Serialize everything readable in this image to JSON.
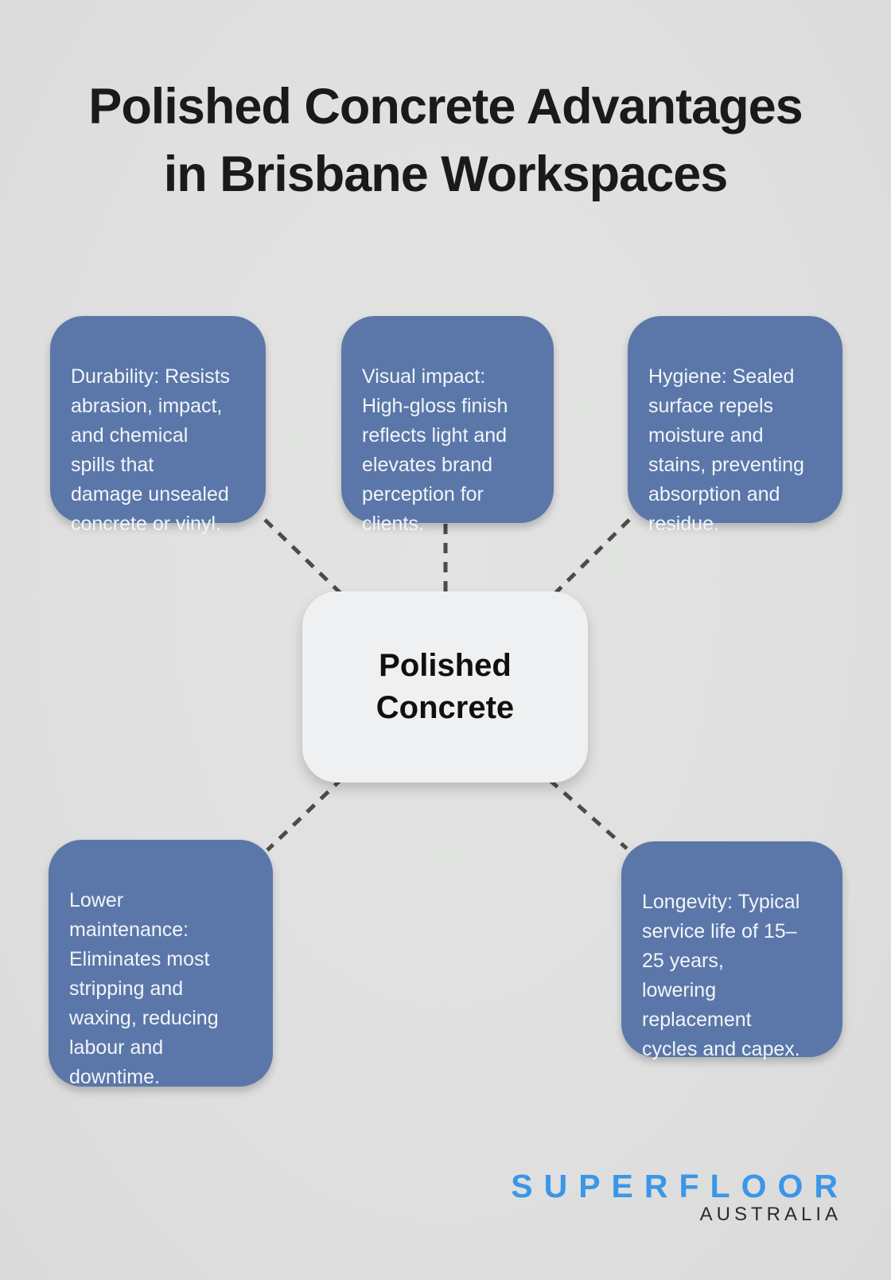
{
  "title": "Polished Concrete Advantages\nin Brisbane Workspaces",
  "center": {
    "label": "Polished\nConcrete"
  },
  "advantages": [
    {
      "id": "durability",
      "text": "Durability: Resists\nabrasion, impact,\nand chemical\nspills that\ndamage unsealed\nconcrete or vinyl."
    },
    {
      "id": "visual-impact",
      "text": "Visual impact:\nHigh-gloss finish\nreflects light and\nelevates brand\nperception for\nclients."
    },
    {
      "id": "hygiene",
      "text": "Hygiene: Sealed\nsurface repels\nmoisture and\nstains, preventing\nabsorption and\nresidue."
    },
    {
      "id": "lower-maintenance",
      "text": "Lower\nmaintenance:\nEliminates most\nstripping and\nwaxing, reducing\nlabour and\ndowntime."
    },
    {
      "id": "longevity",
      "text": "Longevity: Typical\nservice life of 15–\n25 years,\nlowering\nreplacement\ncycles and capex."
    }
  ],
  "logo": {
    "brand": "SUPERFLOOR",
    "region": "AUSTRALIA"
  },
  "colors": {
    "background": "#dfe0df",
    "card_blue": "#5b77a9",
    "card_text": "#f2f5f9",
    "center_bg": "#eff0f2",
    "center_text": "#101010",
    "title_text": "#1a1a1a",
    "connector": "#4b4b4b",
    "brand_blue": "#3b96e8",
    "brand_dark": "#2b2b2b"
  }
}
